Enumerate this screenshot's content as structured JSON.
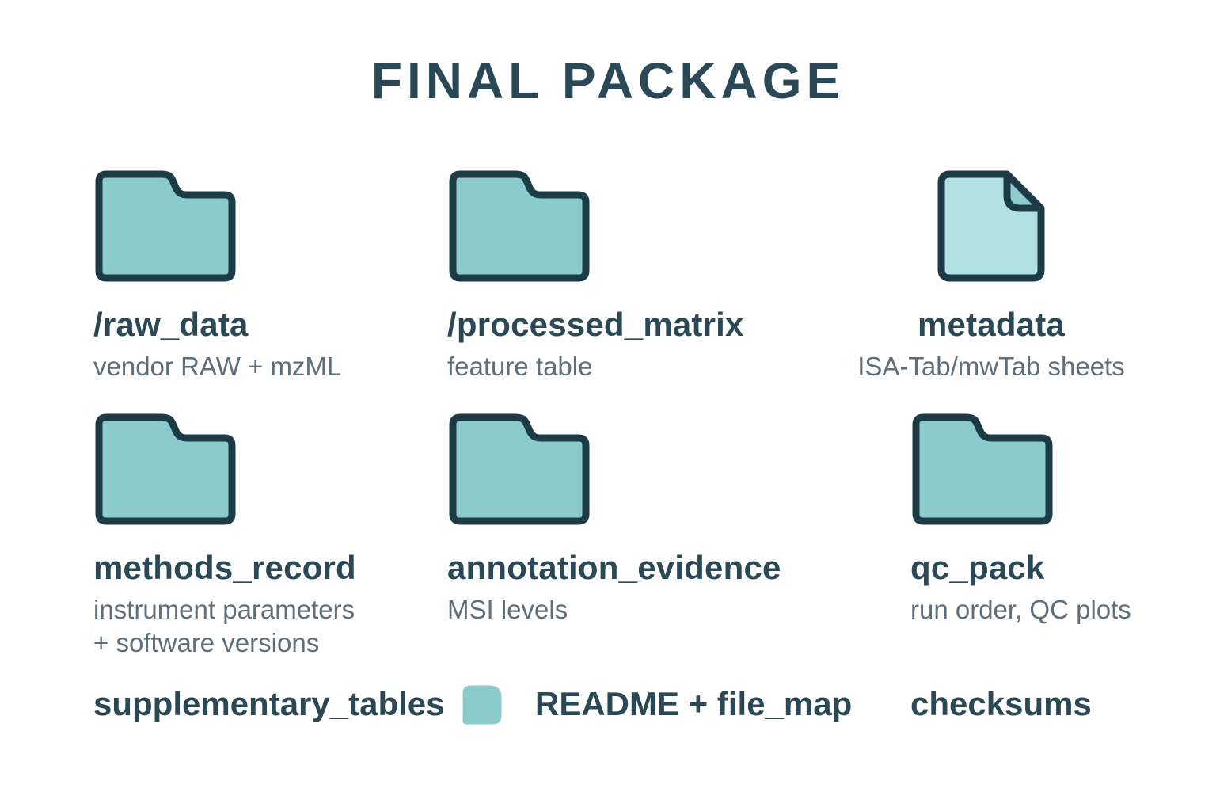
{
  "title": "FINAL PACKAGE",
  "colors": {
    "bg": "#ffffff",
    "ink": "#2a4855",
    "muted": "#5e6e7a",
    "icon_stroke": "#1d3b47",
    "folder_fill": "#8bcbce",
    "doc_fill": "#b0e2e2",
    "fold_fill": "#8fcace"
  },
  "items": [
    {
      "icon": "folder-icon",
      "label": "/raw_data",
      "sublabel_lines": [
        "vendor RAW + mzML"
      ]
    },
    {
      "icon": "folder-icon",
      "label": "/processed_matrix",
      "sublabel_lines": [
        "feature table"
      ]
    },
    {
      "icon": "document-icon",
      "label": "metadata",
      "sublabel_lines": [
        "ISA-Tab/mwTab sheets"
      ]
    },
    {
      "icon": "folder-icon",
      "label": "methods_record",
      "sublabel_lines": [
        "instrument parameters",
        "+ software versions"
      ]
    },
    {
      "icon": "folder-icon",
      "label": "annotation_evidence",
      "sublabel_lines": [
        "MSI levels"
      ]
    },
    {
      "icon": "folder-icon",
      "label": "qc_pack",
      "sublabel_lines": [
        "run order, QC plots"
      ]
    }
  ],
  "footer": {
    "icon": "file-chip-icon",
    "labels": [
      "supplementary_tables",
      "README + file_map",
      "checksums"
    ]
  }
}
